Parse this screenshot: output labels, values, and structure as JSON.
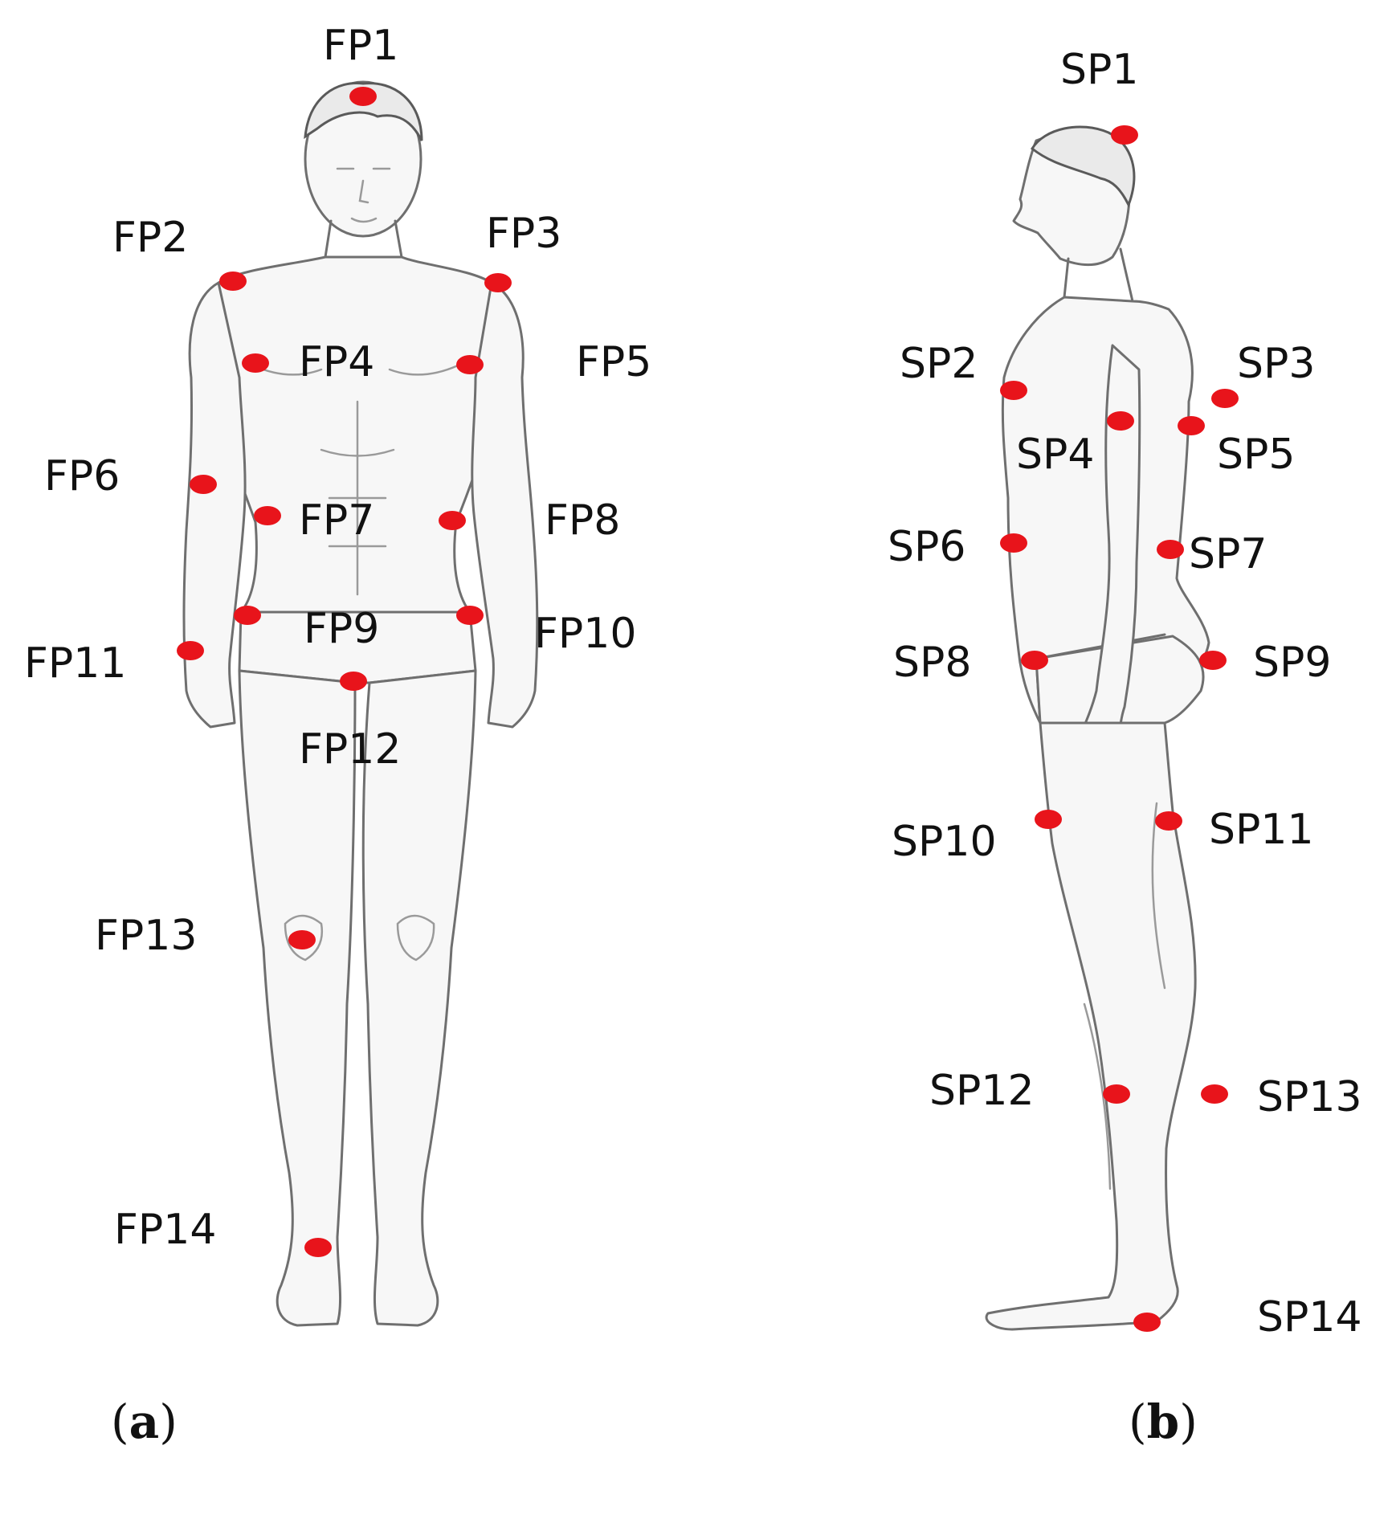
{
  "colors": {
    "marker": "#e8141b",
    "text": "#111111",
    "sketch": "#6f6f6f"
  },
  "panels": [
    {
      "id": "front",
      "caption": "(a)",
      "caption_letter": "a",
      "points": [
        {
          "label": "FP1"
        },
        {
          "label": "FP2"
        },
        {
          "label": "FP3"
        },
        {
          "label": "FP4"
        },
        {
          "label": "FP5"
        },
        {
          "label": "FP6"
        },
        {
          "label": "FP7"
        },
        {
          "label": "FP8"
        },
        {
          "label": "FP9"
        },
        {
          "label": "FP10"
        },
        {
          "label": "FP11"
        },
        {
          "label": "FP12"
        },
        {
          "label": "FP13"
        },
        {
          "label": "FP14"
        }
      ]
    },
    {
      "id": "side",
      "caption": "(b)",
      "caption_letter": "b",
      "points": [
        {
          "label": "SP1"
        },
        {
          "label": "SP2"
        },
        {
          "label": "SP3"
        },
        {
          "label": "SP4"
        },
        {
          "label": "SP5"
        },
        {
          "label": "SP6"
        },
        {
          "label": "SP7"
        },
        {
          "label": "SP8"
        },
        {
          "label": "SP9"
        },
        {
          "label": "SP10"
        },
        {
          "label": "SP11"
        },
        {
          "label": "SP12"
        },
        {
          "label": "SP13"
        },
        {
          "label": "SP14"
        }
      ]
    }
  ]
}
